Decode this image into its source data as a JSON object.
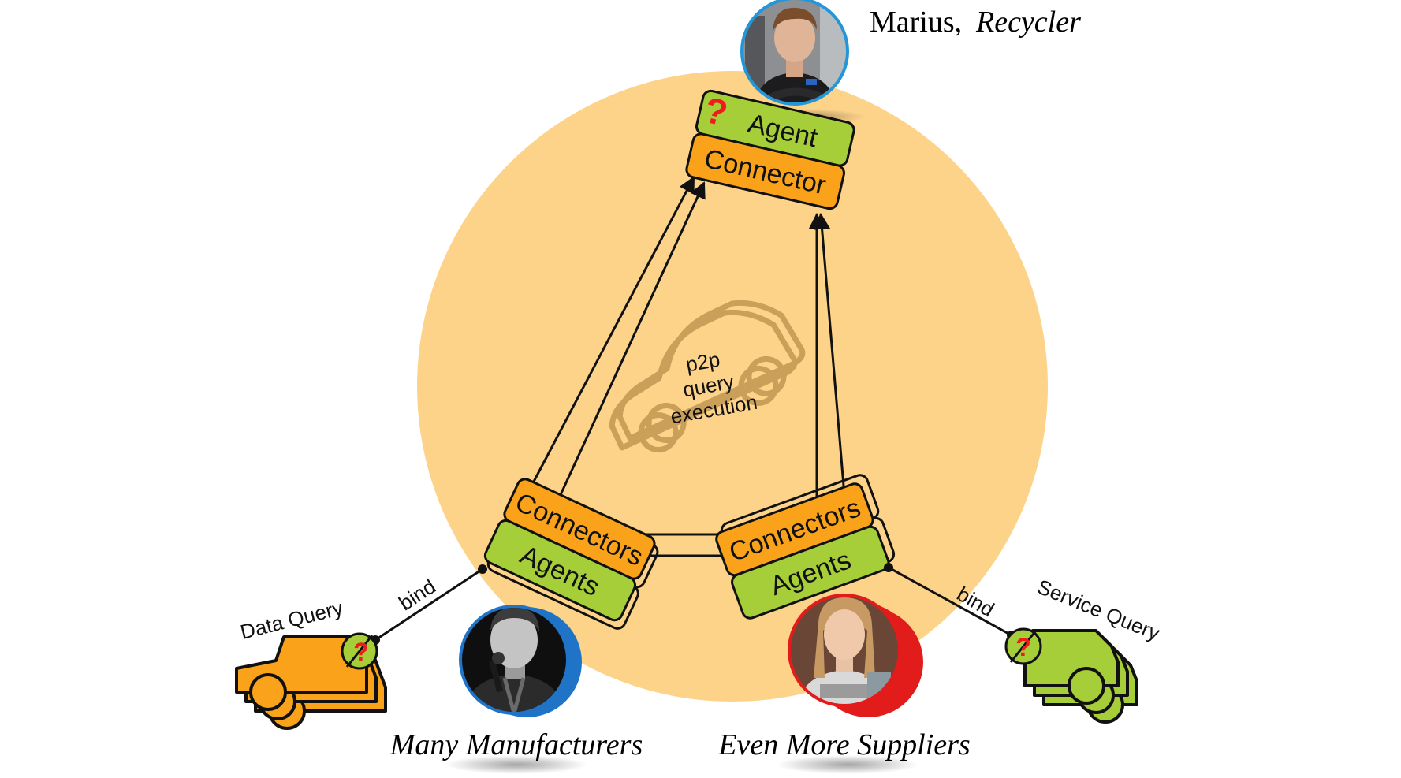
{
  "colors": {
    "circle": "#fdd38a",
    "connector": "#f9a21a",
    "agent": "#a6ce39",
    "outline": "#111111",
    "question": "#ee1c1c",
    "manufacturer_ring": "#1f74c8",
    "supplier_ring": "#e21b1b",
    "recycler_ring": "#2196d8"
  },
  "recycler": {
    "name": "Marius,",
    "role": "Recycler",
    "agent_label": "Agent",
    "connector_label": "Connector",
    "question_mark": "?",
    "avatar_icon": "person-photo-icon"
  },
  "center": {
    "line1": "p2p",
    "line2": "query",
    "line3": "execution",
    "icon": "car-outline-icon"
  },
  "manufacturers": {
    "connectors_label": "Connectors",
    "agents_label": "Agents",
    "caption": "Many Manufacturers",
    "avatar_icon": "person-photo-icon"
  },
  "suppliers": {
    "connectors_label": "Connectors",
    "agents_label": "Agents",
    "caption": "Even More Suppliers",
    "avatar_icon": "person-photo-icon"
  },
  "left_query": {
    "label": "Data Query",
    "bind_label": "bind",
    "question_mark": "?",
    "icon": "car-stack-icon"
  },
  "right_query": {
    "label": "Service Query",
    "bind_label": "bind",
    "question_mark": "?",
    "icon": "car-stack-icon"
  }
}
